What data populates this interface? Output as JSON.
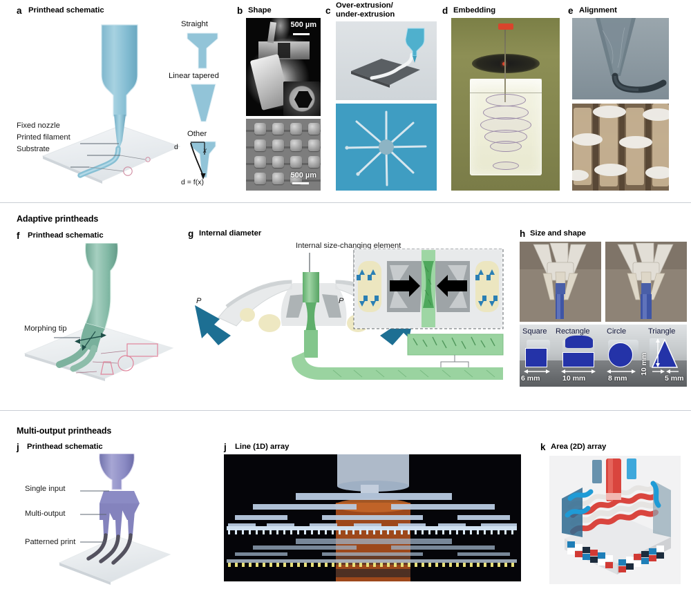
{
  "figure": {
    "sections": [
      {
        "id": "fixed",
        "title": ""
      },
      {
        "id": "adaptive",
        "title": "Adaptive printheads"
      },
      {
        "id": "multioutput",
        "title": "Multi-output printheads"
      }
    ]
  },
  "panel_a": {
    "letter": "a",
    "title": "Printhead schematic",
    "callouts": [
      {
        "text": "Fixed nozzle"
      },
      {
        "text": "Printed filament"
      },
      {
        "text": "Substrate"
      }
    ],
    "nozzle_types": [
      {
        "label": "Straight"
      },
      {
        "label": "Linear tapered"
      },
      {
        "label": "Other"
      }
    ],
    "other_annotations": {
      "d_label": "d",
      "x_label": "x",
      "equation": "d = f(x)"
    }
  },
  "panel_b": {
    "letter": "b",
    "title": "Shape",
    "images": [
      {
        "name": "hexagonal-filament-sem",
        "scale_bar": "500 µm"
      },
      {
        "name": "hexagonal-pillar-array-sem",
        "scale_bar": "500 µm"
      }
    ]
  },
  "panel_c": {
    "letter": "c",
    "title_line1": "Over-extrusion/",
    "title_line2": "under-extrusion",
    "images": [
      {
        "name": "extrusion-render"
      },
      {
        "name": "star-print-photo"
      }
    ]
  },
  "panel_d": {
    "letter": "d",
    "title": "Embedding",
    "images": [
      {
        "name": "embedded-printing-tank-photo"
      }
    ]
  },
  "panel_e": {
    "letter": "e",
    "title": "Alignment",
    "images": [
      {
        "name": "aligned-filament-nozzle-photo"
      },
      {
        "name": "aligned-lattice-photo"
      }
    ]
  },
  "panel_f": {
    "letter": "f",
    "title": "Printhead schematic",
    "callouts": [
      {
        "text": "Morphing tip"
      }
    ],
    "shape_legend": [
      "rectangle",
      "circle",
      "trapezoid"
    ]
  },
  "panel_g": {
    "letter": "g",
    "title": "Internal diameter",
    "callouts": [
      {
        "text": "Internal size-changing element"
      }
    ],
    "pressure_labels": [
      "P",
      "P"
    ],
    "inset": {
      "name": "size-changing-element-inset"
    }
  },
  "panel_h": {
    "letter": "h",
    "title": "Size and shape",
    "photos": [
      {
        "name": "morphing-nozzle-open-photo"
      },
      {
        "name": "morphing-nozzle-closed-photo"
      }
    ],
    "shapes": [
      {
        "label": "Square",
        "dimension": "6 mm",
        "vertical": ""
      },
      {
        "label": "Rectangle",
        "dimension": "10 mm",
        "vertical": ""
      },
      {
        "label": "Circle",
        "dimension": "8 mm",
        "vertical": ""
      },
      {
        "label": "Triangle",
        "dimension": "5 mm",
        "vertical": "10 mm"
      }
    ]
  },
  "panel_i": {
    "letter": "j",
    "title": "Printhead schematic",
    "callouts": [
      {
        "text": "Single input"
      },
      {
        "text": "Multi-output"
      },
      {
        "text": "Patterned print"
      }
    ]
  },
  "panel_j": {
    "letter": "j",
    "title": "Line (1D) array",
    "images": [
      {
        "name": "line-1d-array-photo"
      }
    ]
  },
  "panel_k": {
    "letter": "k",
    "title": "Area (2D) array",
    "images": [
      {
        "name": "area-2d-array-photo"
      }
    ]
  },
  "colors": {
    "fixed_printhead": "#8ec2d6",
    "adaptive_printhead": "#83b8a5",
    "multioutput_printhead": "#8b8bc4",
    "pressure_arrow": "#1d6f93",
    "annotation_pink": "#e0849b",
    "substrate": "#eef1f3",
    "text": "#111111"
  }
}
